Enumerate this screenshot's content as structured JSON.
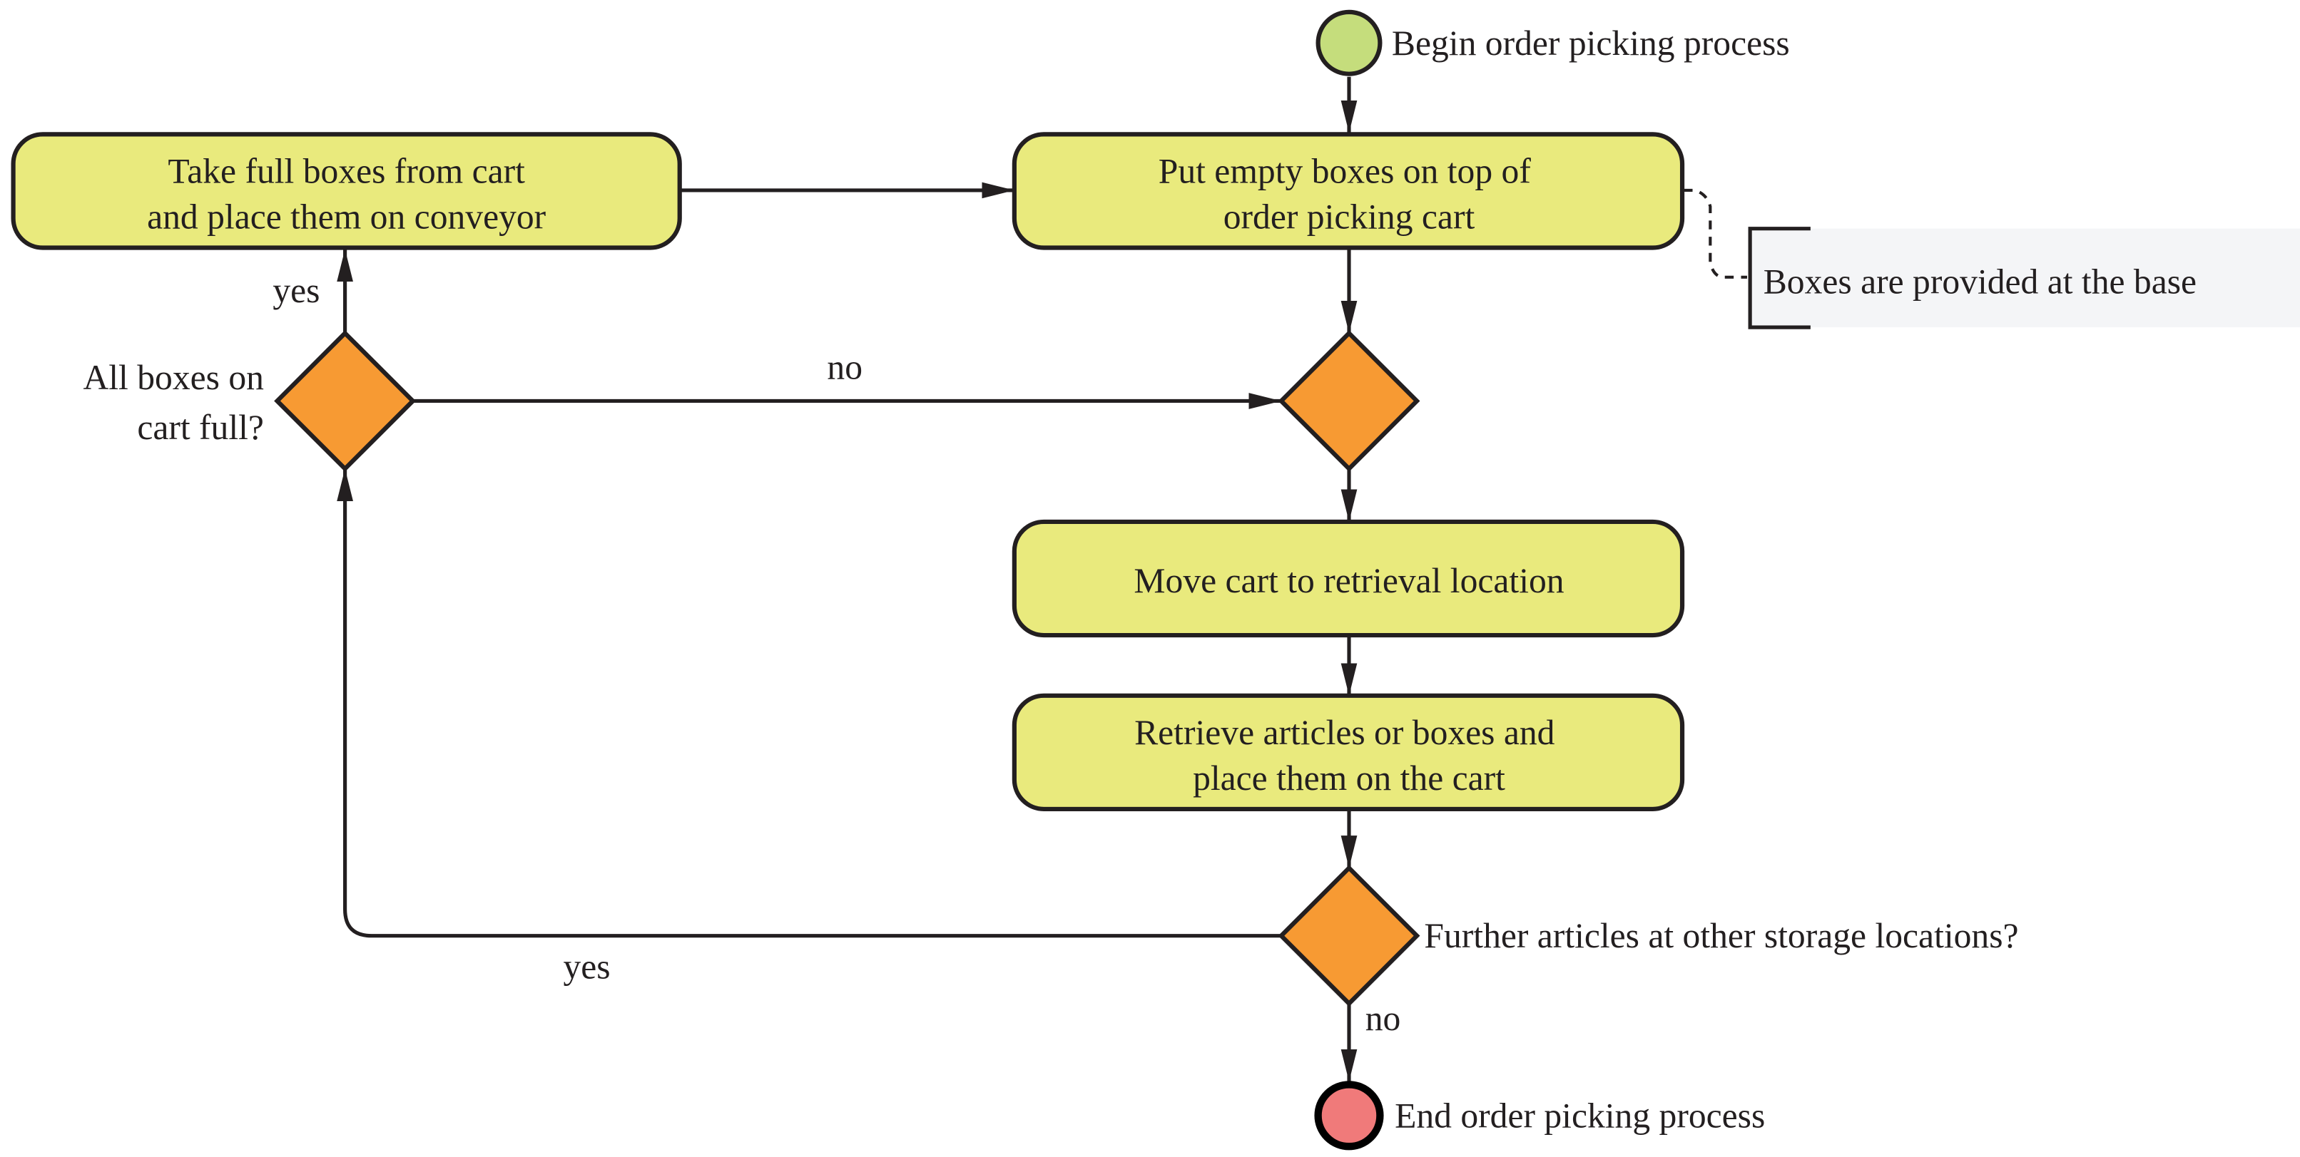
{
  "colors": {
    "activity_fill": "#e9ea7d",
    "decision_fill": "#f79a33",
    "start_fill": "#c5dd7c",
    "end_fill": "#f07a7a",
    "note_fill": "#f4f5f7",
    "stroke": "#231f20"
  },
  "start": {
    "label": "Begin order picking process"
  },
  "end": {
    "label": "End order picking process"
  },
  "activities": {
    "put_empty_boxes": [
      "Put empty boxes on top of",
      "order picking cart"
    ],
    "take_full_boxes": [
      "Take full boxes from cart",
      "and place them on conveyor"
    ],
    "move_cart": [
      "Move cart to retrieval location"
    ],
    "retrieve_articles": [
      "Retrieve articles or boxes and",
      "place them on the cart"
    ]
  },
  "decisions": {
    "all_boxes_full": [
      "All boxes on",
      "cart full?"
    ],
    "further_articles": [
      "Further articles at other storage locations?"
    ]
  },
  "note": {
    "text": "Boxes are provided at the base"
  },
  "edge_labels": {
    "full_yes": "yes",
    "full_no": "no",
    "further_yes": "yes",
    "further_no": "no"
  }
}
